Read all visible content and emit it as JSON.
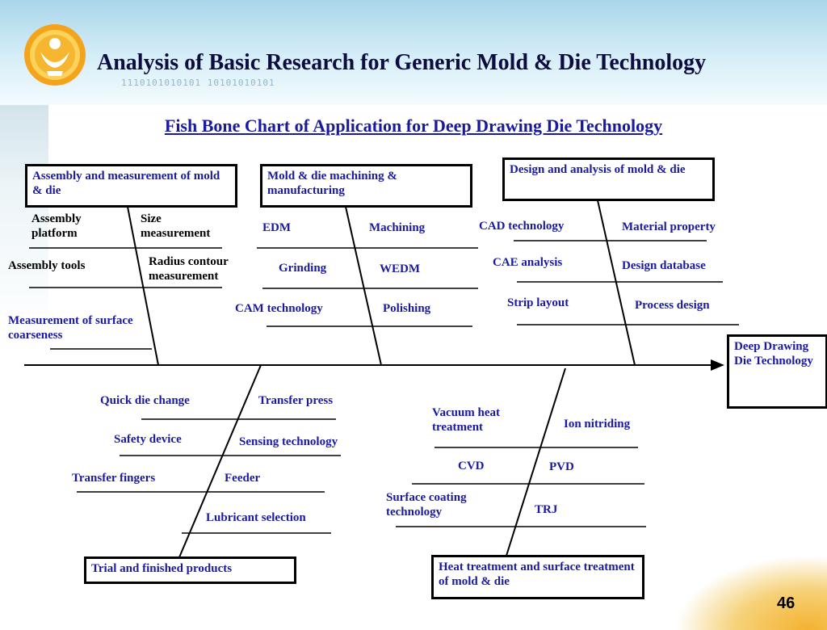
{
  "slide": {
    "title": "Analysis of Basic Research for Generic Mold & Die Technology",
    "binary_text": "1110101010101 10101010101",
    "page_number": "46"
  },
  "diagram": {
    "title": "Fish Bone Chart of Application for Deep Drawing Die Technology",
    "effect": "Deep Drawing Die Technology",
    "top_categories": [
      {
        "name": "Assembly and measurement of mold & die",
        "causes": [
          "Assembly platform",
          "Size measurement",
          "Assembly tools",
          "Radius contour measurement",
          "Measurement of surface coarseness"
        ]
      },
      {
        "name": "Mold & die machining & manufacturing",
        "causes": [
          "EDM",
          "Machining",
          "Grinding",
          "WEDM",
          "CAM technology",
          "Polishing"
        ]
      },
      {
        "name": "Design and analysis of mold & die",
        "causes": [
          "CAD technology",
          "Material property",
          "CAE analysis",
          "Design database",
          "Strip layout",
          "Process design"
        ]
      }
    ],
    "bottom_categories": [
      {
        "name": "Trial and finished products",
        "causes": [
          "Quick die change",
          "Transfer press",
          "Safety device",
          "Sensing technology",
          "Transfer fingers",
          "Feeder",
          "Lubricant selection"
        ]
      },
      {
        "name": "Heat treatment and surface treatment of mold & die",
        "causes": [
          "Vacuum heat treatment",
          "Ion nitriding",
          "CVD",
          "PVD",
          "Surface coating technology",
          "TRJ"
        ]
      }
    ]
  }
}
